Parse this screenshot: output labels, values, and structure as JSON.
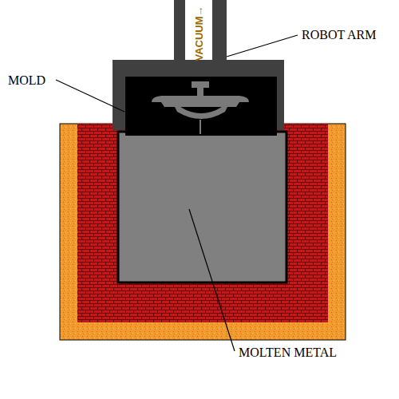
{
  "diagram": {
    "labels": [
      "ROBOT ARM",
      "MOLD",
      "VACUUM→",
      "MOLTEN METAL"
    ]
  }
}
